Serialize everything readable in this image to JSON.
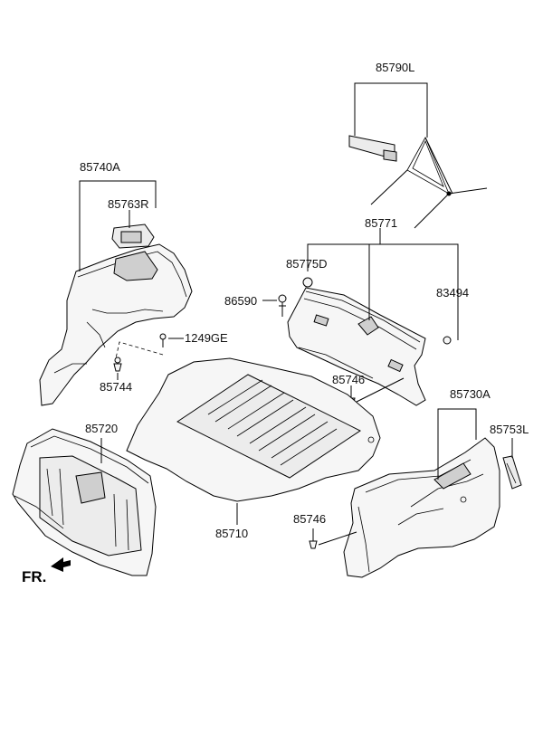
{
  "labels": {
    "p85790L": "85790L",
    "p85740A": "85740A",
    "p85763R": "85763R",
    "p85771": "85771",
    "p85775D": "85775D",
    "p86590": "86590",
    "p83494": "83494",
    "p1249GE": "1249GE",
    "p85744": "85744",
    "p85746a": "85746",
    "p85730A": "85730A",
    "p85753L": "85753L",
    "p85720": "85720",
    "p85710": "85710",
    "p85746b": "85746",
    "front": "FR."
  }
}
